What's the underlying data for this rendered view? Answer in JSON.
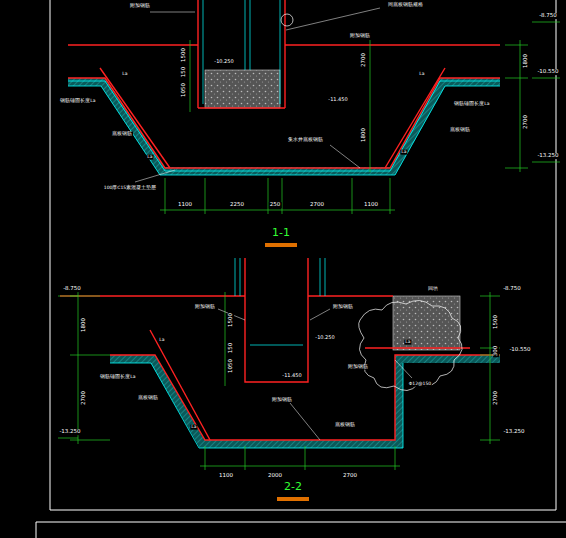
{
  "diagram": {
    "labels": [
      "-8.750",
      "-10.550",
      "-13.250",
      "1800",
      "2700",
      "1500",
      "150",
      "1050",
      "2700",
      "1800",
      "-10.250",
      "-11.450",
      "1100",
      "2250",
      "250",
      "2700",
      "1100",
      "1-1",
      "La",
      "La",
      "La",
      "La",
      "附加钢筋",
      "同底板钢筋规格",
      "钢筋锚固长度La",
      "钢筋锚固长度La",
      "底板钢筋",
      "底板钢筋",
      "集水井底板钢筋",
      "100厚C15素混凝土垫层",
      "附加钢筋",
      "-8.750",
      "-13.250",
      "1800",
      "2700",
      "-8.750",
      "-10.550",
      "1500",
      "300",
      "2700",
      "-13.250",
      "1500",
      "150",
      "1050",
      "-10.250",
      "-11.450",
      "1100",
      "2000",
      "2700",
      "2-2",
      "La",
      "La",
      "La",
      "附加钢筋",
      "附加钢筋",
      "钢筋锚固长度La",
      "底板钢筋",
      "附加钢筋",
      "底板钢筋",
      "附加钢筋",
      "Φ12@150",
      "回填"
    ]
  }
}
